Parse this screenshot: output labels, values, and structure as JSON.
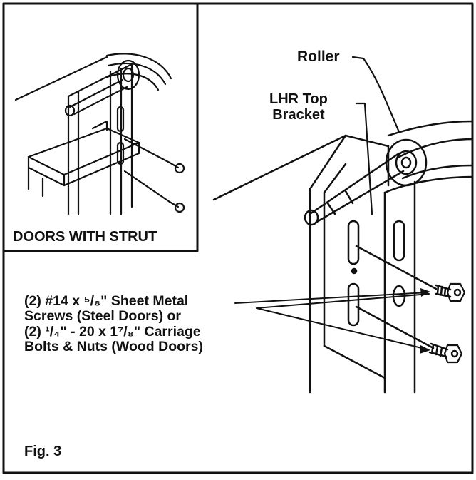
{
  "inset": {
    "caption": "DOORS WITH STRUT"
  },
  "labels": {
    "roller": "Roller",
    "bracket_line1": "LHR Top",
    "bracket_line2": "Bracket",
    "fasteners": [
      "(2) #14 x ⁵/₈\" Sheet Metal",
      "Screws (Steel Doors) or",
      "(2) ¹/₄\" - 20 x 1⁷/₈\" Carriage",
      "Bolts & Nuts (Wood Doors)"
    ]
  },
  "figure": {
    "label": "Fig. 3"
  },
  "colors": {
    "line": "#111111",
    "background": "#ffffff"
  }
}
